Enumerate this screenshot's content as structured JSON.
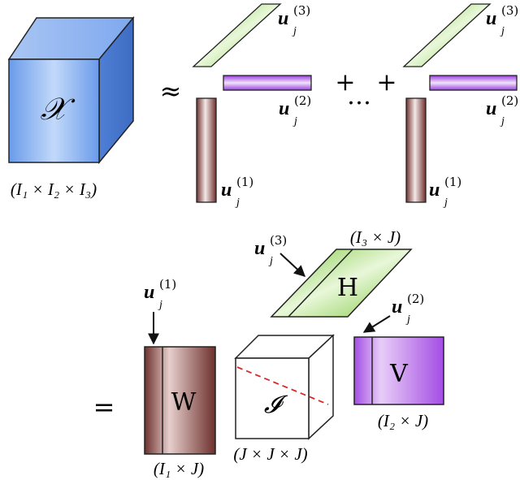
{
  "colors": {
    "tensor_blue": "#5b8ee8",
    "tensor_blue_light": "#a9c8f7",
    "green": "#8fd14f",
    "purple": "#a64de6",
    "brown": "#7a3a35",
    "red_dash": "#d62828",
    "stroke": "#222222"
  },
  "top": {
    "tensor_symbol": "𝒳",
    "tensor_dims": "(I₁ × I₂ × I₃)",
    "approx": "≈",
    "plus1": "+",
    "ellipsis": "…",
    "plus2": "+",
    "u3_base": "u",
    "u3_sub": "j",
    "u3_sup": "(3)",
    "u2_base": "u",
    "u2_sub": "j",
    "u2_sup": "(2)",
    "u1_base": "u",
    "u1_sub": "j",
    "u1_sup": "(1)"
  },
  "bottom": {
    "equals": "=",
    "W_label": "W",
    "W_dims": "(I₁ × J)",
    "core_label": "𝓘",
    "core_dims": "(J × J × J)",
    "H_label": "H",
    "H_dims": "(I₃ × J)",
    "V_label": "V",
    "V_dims": "(I₂ × J)",
    "u1_base": "u",
    "u1_sub": "j",
    "u1_sup": "(1)",
    "u2_base": "u",
    "u2_sub": "j",
    "u2_sup": "(2)",
    "u3_base": "u",
    "u3_sub": "j",
    "u3_sup": "(3)"
  }
}
